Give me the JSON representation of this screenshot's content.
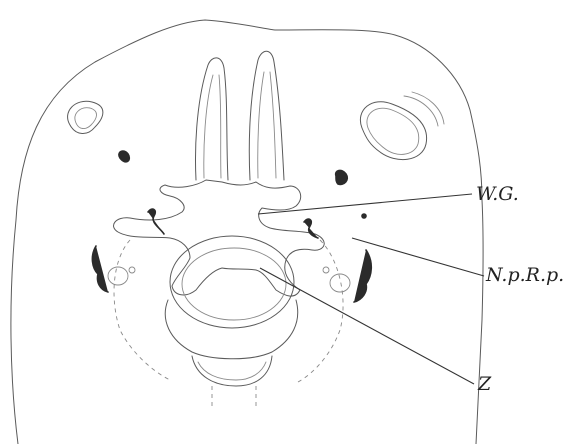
{
  "labels": {
    "wg": "W.G.",
    "npr": "N.p.R.p.",
    "z": "Z"
  }
}
